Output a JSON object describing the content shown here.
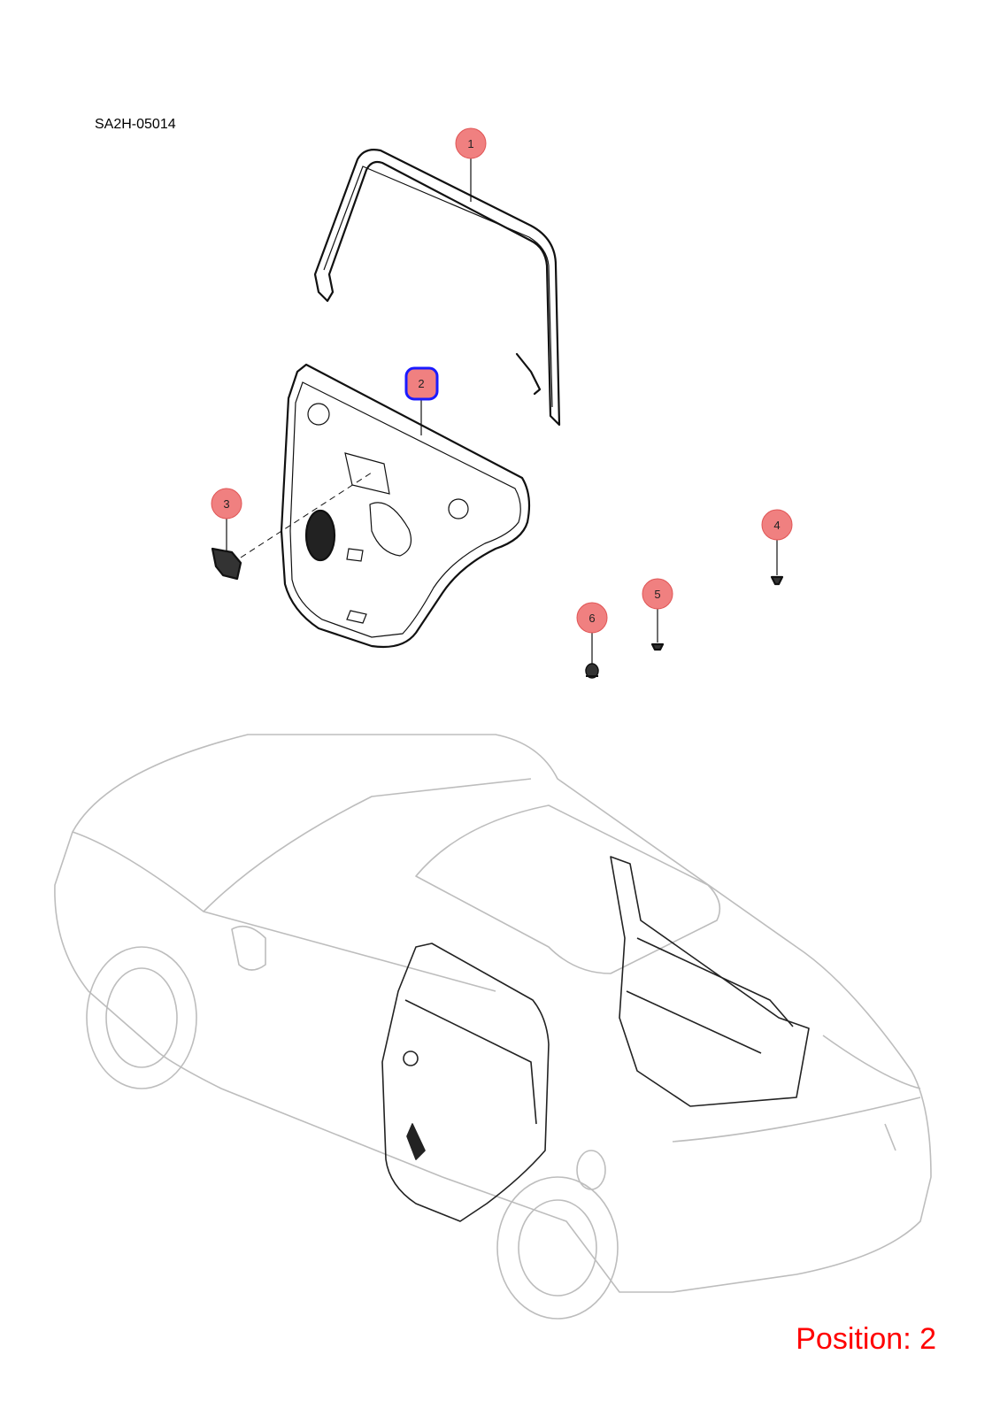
{
  "document_code": "SA2H-05014",
  "position_label": "Position: 2",
  "selected_callout": "2",
  "colors": {
    "callout_fill": "#f08080",
    "callout_stroke": "#e05555",
    "selected_stroke": "#1a1aff",
    "position_text": "#ff0000",
    "car_outline": "#bdbdbd"
  },
  "callouts": [
    {
      "id": "1",
      "label": "1"
    },
    {
      "id": "2",
      "label": "2"
    },
    {
      "id": "3",
      "label": "3"
    },
    {
      "id": "4",
      "label": "4"
    },
    {
      "id": "5",
      "label": "5"
    },
    {
      "id": "6",
      "label": "6"
    }
  ]
}
